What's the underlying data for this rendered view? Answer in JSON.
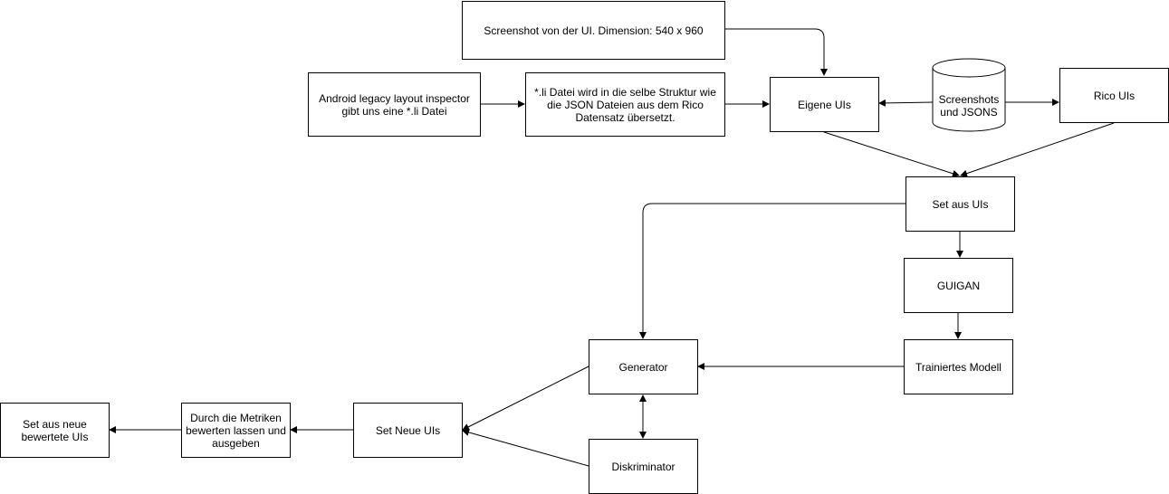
{
  "nodes": {
    "screenshot": "Screenshot von der UI. Dimension: 540 x 960",
    "android_inspector": "Android legacy layout inspector\ngibt uns eine *.li Datei",
    "li_conversion": "*.li Datei wird in die selbe Struktur wie\ndie JSON Dateien aus dem Rico\nDatensatz übersetzt.",
    "eigene_uis": "Eigene UIs",
    "screenshots_jsons": "Screenshots\nund JSONS",
    "rico_uis": "Rico UIs",
    "set_aus_uis": "Set aus UIs",
    "guigan": "GUIGAN",
    "trainiertes_modell": "Trainiertes Modell",
    "generator": "Generator",
    "diskriminator": "Diskriminator",
    "set_neue_uis": "Set Neue UIs",
    "metriken": "Durch die Metriken\nbewerten lassen und\nausgeben",
    "set_bewertete": "Set aus neue\nbewertete UIs"
  }
}
